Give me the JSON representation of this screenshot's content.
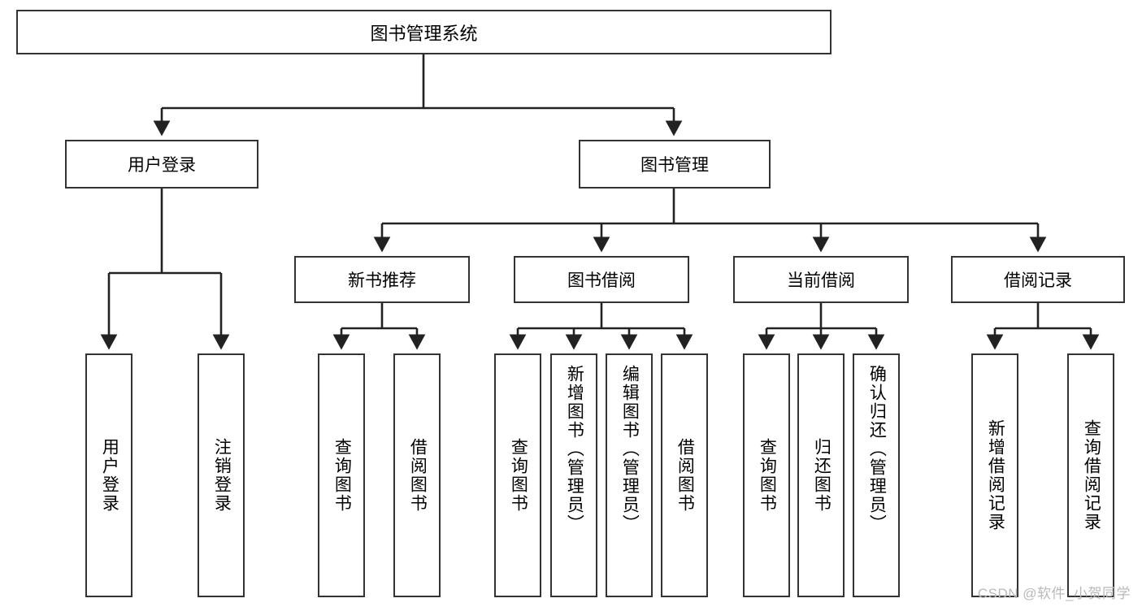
{
  "diagram": {
    "title": "图书管理系统",
    "root": {
      "label": "图书管理系统"
    },
    "level2": [
      {
        "label": "用户登录"
      },
      {
        "label": "图书管理"
      }
    ],
    "level3": [
      {
        "label": "新书推荐"
      },
      {
        "label": "图书借阅"
      },
      {
        "label": "当前借阅"
      },
      {
        "label": "借阅记录"
      }
    ],
    "leaves": {
      "user_login": [
        {
          "label": "用户登录"
        },
        {
          "label": "注销登录"
        }
      ],
      "new_book_recommend": [
        {
          "label": "查询图书"
        },
        {
          "label": "借阅图书"
        }
      ],
      "book_borrow": [
        {
          "label": "查询图书"
        },
        {
          "label": "新增图书（管理员）"
        },
        {
          "label": "编辑图书（管理员）"
        },
        {
          "label": "借阅图书"
        }
      ],
      "current_borrow": [
        {
          "label": "查询图书"
        },
        {
          "label": "归还图书"
        },
        {
          "label": "确认归还（管理员）"
        }
      ],
      "borrow_record": [
        {
          "label": "新增借阅记录"
        },
        {
          "label": "查询借阅记录"
        }
      ]
    }
  },
  "watermark": {
    "text": "CSDN @软件_小贺同学"
  },
  "colors": {
    "border": "#333333",
    "background": "#ffffff",
    "text": "#000000",
    "watermark": "#b9b9b9"
  }
}
